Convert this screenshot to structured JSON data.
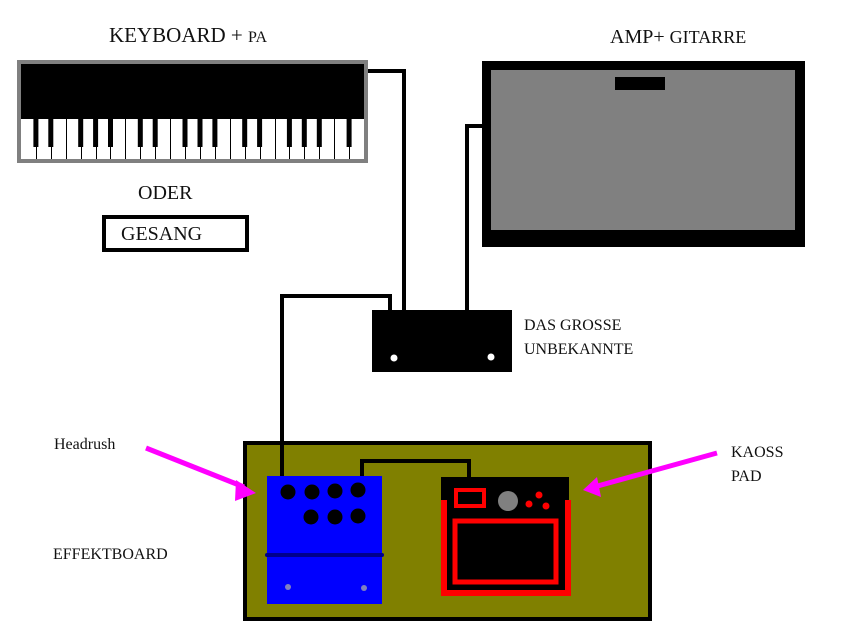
{
  "labels": {
    "keyboard_title_main": "KEYBOARD",
    "keyboard_title_plus": "+",
    "keyboard_title_pa": "PA",
    "oder": "ODER",
    "gesang": "GESANG",
    "amp_title_main": "AMP",
    "amp_title_plus": "+",
    "amp_title_gitarre": "GITARRE",
    "mystery_line1": "DAS GROSSE",
    "mystery_line2": "UNBEKANNTE",
    "headrush": "Headrush",
    "effektboard": "EFFEKTBOARD",
    "kaoss_line1": "KAOSS",
    "kaoss_line2": "PAD"
  },
  "colors": {
    "keyboard_frame": "#808080",
    "amp_grille": "#808080",
    "effectboard": "#808000",
    "headrush_pedal": "#0000ff",
    "kaoss_accent": "#ff0000",
    "arrow": "#ff00ff",
    "cable": "#000000"
  },
  "devices": [
    {
      "id": "keyboard",
      "name": "Keyboard"
    },
    {
      "id": "amp",
      "name": "Amp"
    },
    {
      "id": "mystery-box",
      "name": "Das grosse Unbekannte"
    },
    {
      "id": "headrush",
      "name": "Headrush"
    },
    {
      "id": "kaoss-pad",
      "name": "Kaoss Pad"
    }
  ]
}
